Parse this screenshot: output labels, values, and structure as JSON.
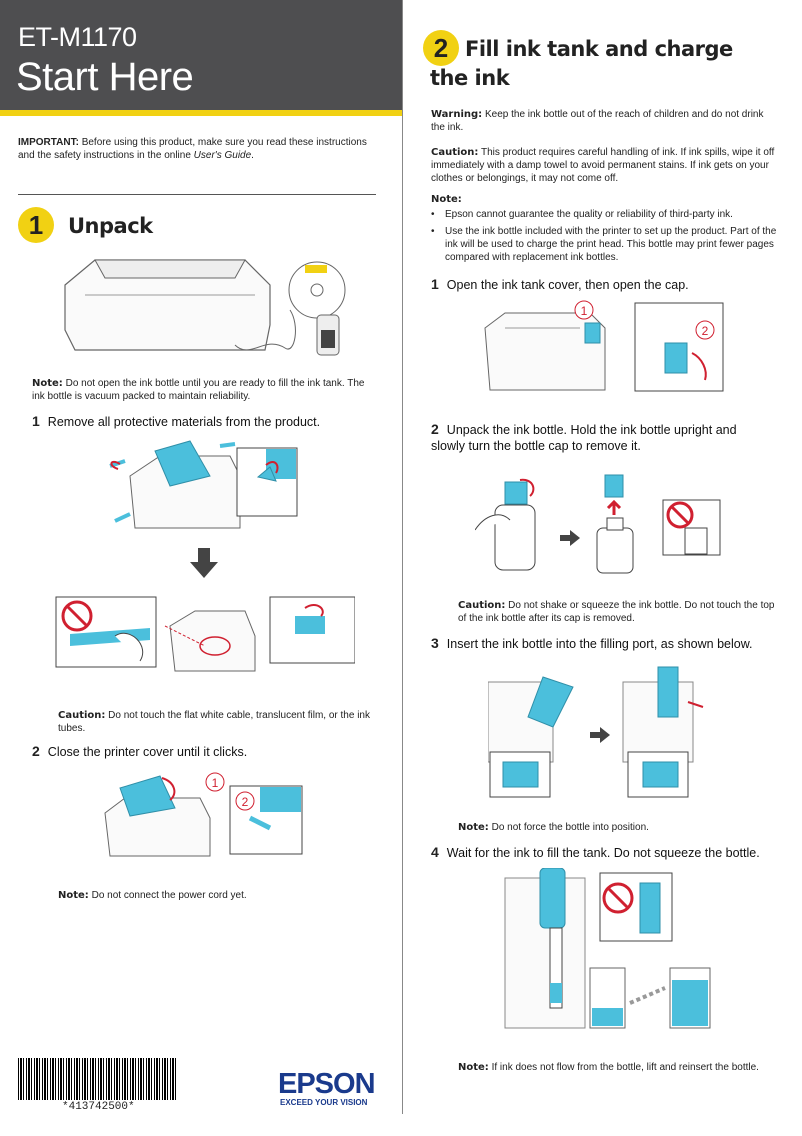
{
  "header": {
    "model": "ET-M1170",
    "title": "Start Here"
  },
  "important": {
    "label": "IMPORTANT:",
    "text": " Before using this product, make sure you read these instructions and the safety instructions in the online ",
    "guide": "User's Guide",
    "end": "."
  },
  "section1": {
    "number": "1",
    "title": "Unpack",
    "note_label": "Note:",
    "note_text": " Do not open the ink bottle until you are ready to fill the ink tank. The ink bottle is vacuum packed to maintain reliability.",
    "step1_num": "1",
    "step1_text": "Remove all protective materials from the product.",
    "caution_label": "Caution:",
    "caution_text": " Do not touch the flat white cable, translucent film, or the ink tubes.",
    "step2_num": "2",
    "step2_text": "Close the printer cover until it clicks.",
    "note2_label": "Note:",
    "note2_text": " Do not connect the power cord yet.",
    "callout1": "1",
    "callout2": "2"
  },
  "section2": {
    "number": "2",
    "title_line1": "Fill ink tank and charge",
    "title_line2": "the ink",
    "warning_label": "Warning:",
    "warning_text": " Keep the ink bottle out of the reach of children and do not drink the ink.",
    "caution_label": "Caution:",
    "caution_text": " This product requires careful handling of ink. If ink spills, wipe it off immediately with a damp towel to avoid permanent stains. If ink gets on your clothes or belongings, it may not come off.",
    "note_label": "Note:",
    "bullets": [
      "Epson cannot guarantee the quality or reliability of third-party ink.",
      "Use the ink bottle included with the printer to set up the product. Part of the ink will be used to charge the print head. This bottle may print fewer pages compared with replacement ink bottles."
    ],
    "step1_num": "1",
    "step1_text": "Open the ink tank cover, then open the cap.",
    "step2_num": "2",
    "step2_text": "Unpack the ink bottle. Hold the ink bottle upright and slowly turn the bottle cap to remove it.",
    "caution2_label": "Caution:",
    "caution2_text": " Do not shake or squeeze the ink bottle. Do not touch the top of the ink bottle after its cap is removed.",
    "step3_num": "3",
    "step3_text": "Insert the ink bottle into the filling port, as shown below.",
    "note3_label": "Note:",
    "note3_text": " Do not force the bottle into position.",
    "step4_num": "4",
    "step4_text": "Wait for the ink to fill the tank. Do not squeeze the bottle.",
    "note4_label": "Note:",
    "note4_text": " If ink does not flow from the bottle, lift and reinsert the bottle.",
    "callout1": "1",
    "callout2": "2"
  },
  "footer": {
    "barcode_number": "*413742500*",
    "brand": "EPSON",
    "tagline": "EXCEED YOUR VISION"
  },
  "colors": {
    "header_bg": "#4e4e50",
    "accent_yellow": "#f1d113",
    "ink_cyan": "#4bbfdc",
    "warning_red": "#d02030"
  }
}
